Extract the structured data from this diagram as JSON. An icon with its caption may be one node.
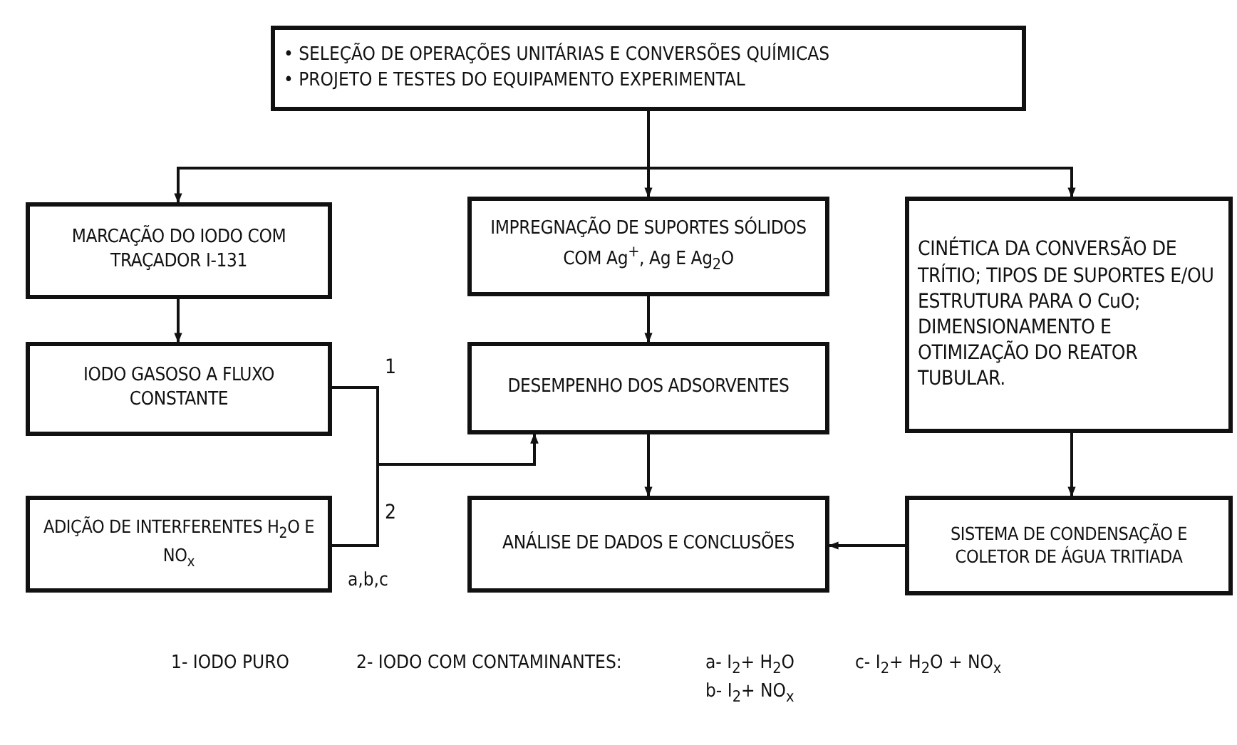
{
  "diagram": {
    "nodes": [
      {
        "text": [
          "• SELEÇÃO DE OPERAÇÕES UNITÁRIAS E CONVERSÕES QUÍMICAS",
          "• PROJETO E TESTES DO EQUIPAMENTO EXPERIMENTAL"
        ]
      },
      {
        "text": [
          "MARCAÇÃO DO IODO COM TRAÇADOR I-131"
        ]
      },
      {
        "text": [
          "IMPREGNAÇÃO DE SUPORTES SÓLIDOS COM Ag$^{+}$, Ag E Ag$_{2}$O"
        ]
      },
      {
        "text": [
          "CINÉTICA DA CONVERSÃO DE TRÍTIO; TIPOS DE SUPORTES E/OU ESTRUTURA PARA O CuO; DIMENSIONAMENTO E OTIMIZAÇÃO DO REATOR TUBULAR."
        ]
      },
      {
        "text": [
          "IODO GASOSO A FLUXO CONSTANTE"
        ]
      },
      {
        "text": [
          "DESEMPENHO DOS ADSORVENTES"
        ]
      },
      {
        "text": [
          "ADIÇÃO DE INTERFERENTES H$_{2}$O E NO$_{x}$"
        ]
      },
      {
        "text": [
          "ANÁLISE DE DADOS E CONCLUSÕES"
        ]
      },
      {
        "text": [
          "SISTEMA DE CONDENSAÇÃO E COLETOR DE ÁGUA TRITIADA"
        ]
      }
    ],
    "edges": [
      {
        "from": 0,
        "to": 1,
        "arrow": "to"
      },
      {
        "from": 0,
        "to": 2,
        "arrow": "to"
      },
      {
        "from": 0,
        "to": 3,
        "arrow": "to"
      },
      {
        "from": 1,
        "to": 4,
        "arrow": "to"
      },
      {
        "from": 2,
        "to": 5,
        "arrow": "to"
      },
      {
        "from": 3,
        "to": 8,
        "arrow": "to"
      },
      {
        "from": 5,
        "to": 7,
        "arrow": "to"
      },
      {
        "from": 8,
        "to": 7,
        "arrow": "to"
      },
      {
        "from": 4,
        "to": 5,
        "arrow": "to"
      },
      {
        "from": 6,
        "to": 5,
        "arrow": "to"
      }
    ],
    "labels": [
      "1",
      "2",
      "a,b,c",
      "1- IODO PURO",
      "2- IODO COM CONTAMINANTES:",
      "a- I$_{2}$+ H$_{2}$O",
      "c- I$_{2}$+ H$_{2}$O + NO$_{x}$",
      "b- I$_{2}$+ NO$_{x}$"
    ]
  }
}
